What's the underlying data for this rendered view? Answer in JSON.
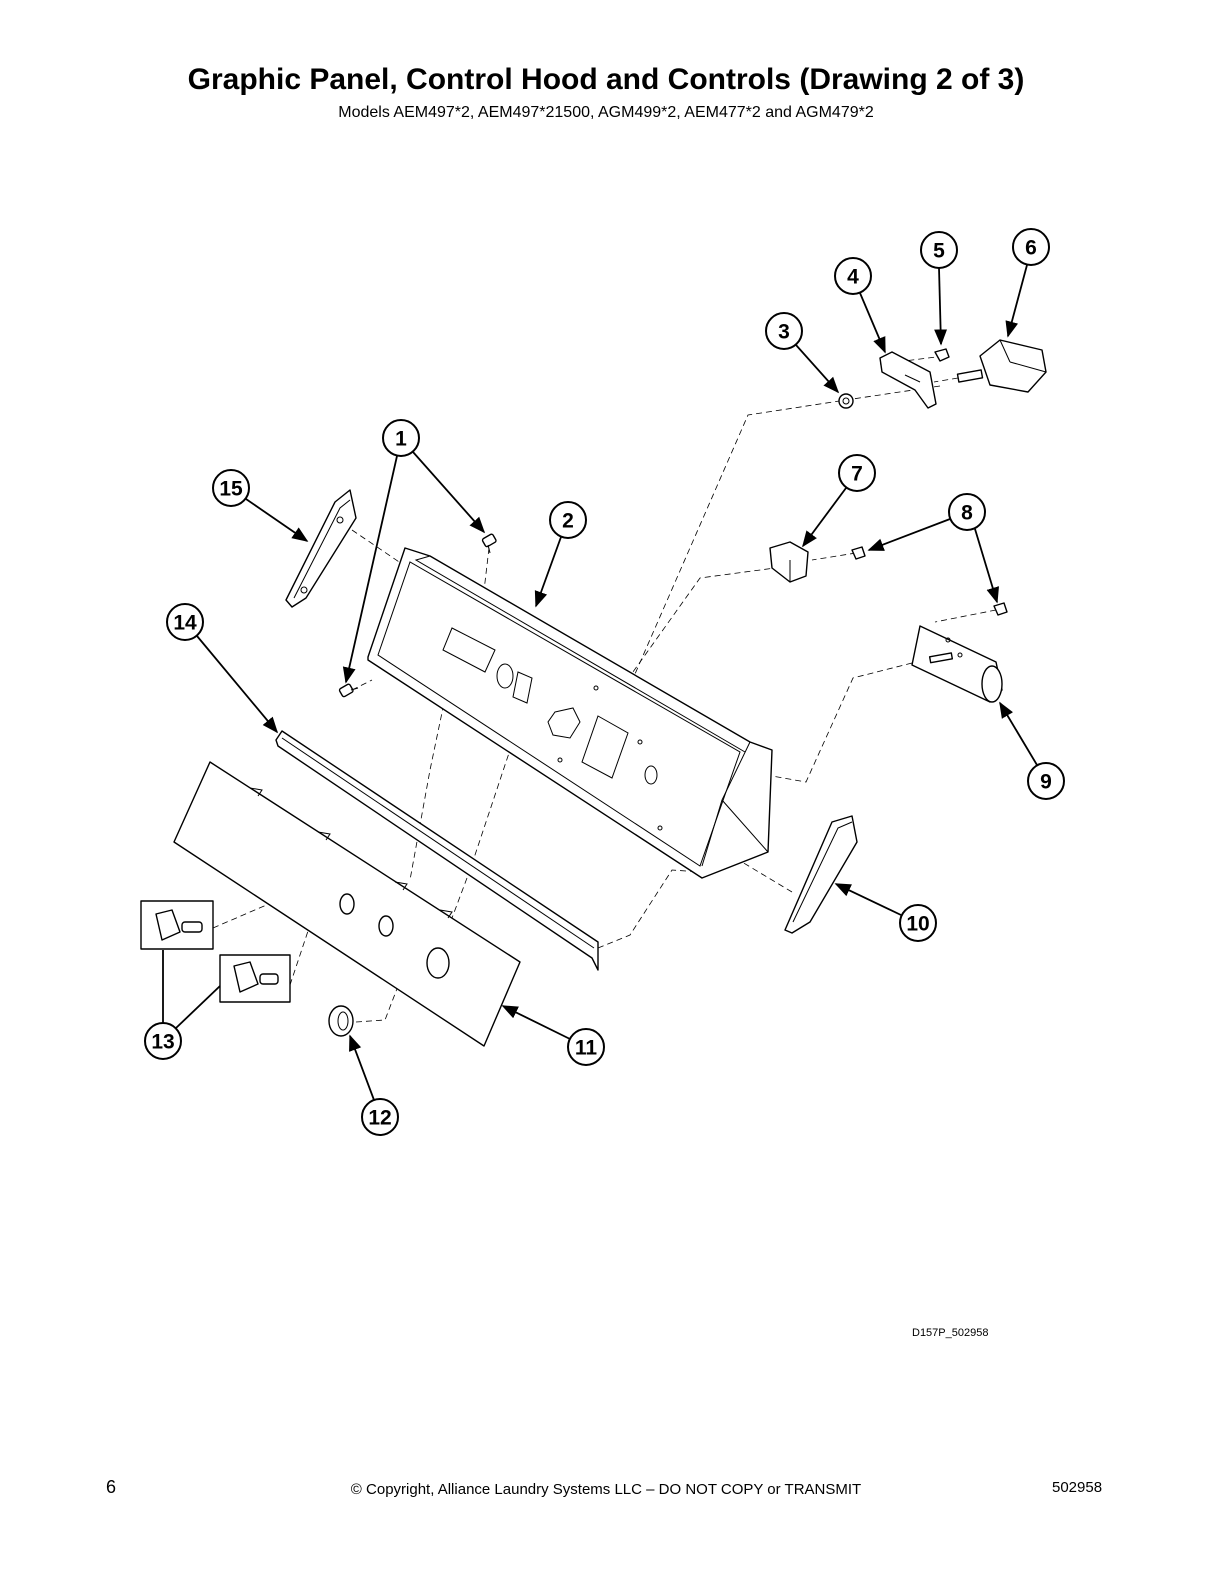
{
  "page": {
    "title": "Graphic Panel, Control Hood and Controls (Drawing 2 of 3)",
    "subtitle": "Models AEM497*2, AEM497*21500, AGM499*2, AEM477*2 and AGM479*2",
    "drawing_id": "D157P_502958"
  },
  "diagram": {
    "callouts": [
      "1",
      "2",
      "3",
      "4",
      "5",
      "6",
      "7",
      "8",
      "9",
      "10",
      "11",
      "12",
      "13",
      "14",
      "15"
    ]
  },
  "footer": {
    "page_number": "6",
    "copyright": "© Copyright, Alliance Laundry Systems LLC – DO NOT COPY or TRANSMIT",
    "doc_number": "502958"
  }
}
